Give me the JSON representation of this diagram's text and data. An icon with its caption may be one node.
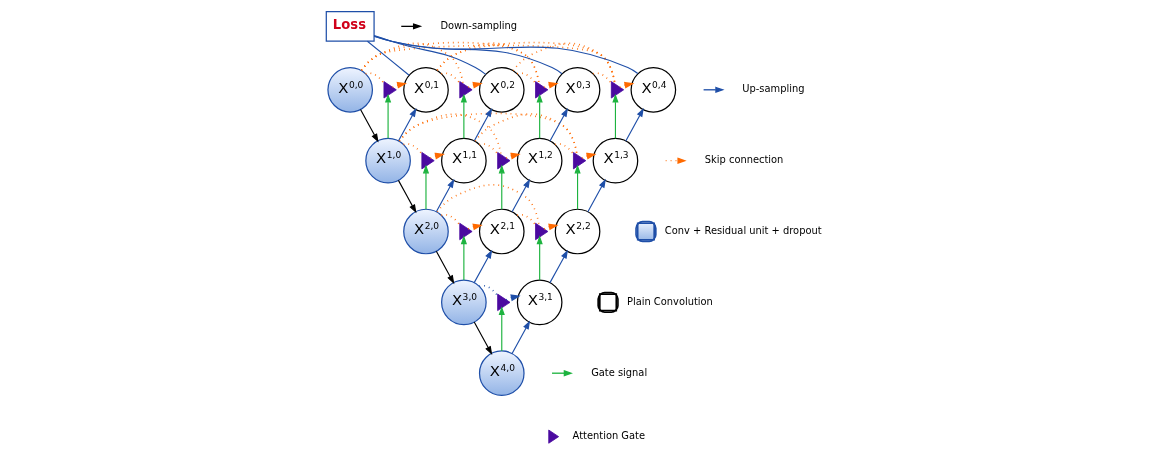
{
  "diagram": {
    "nodes": [
      {
        "text": [
          "Loss"
        ]
      },
      {
        "text": [
          "X$^{0,0}$"
        ]
      },
      {
        "text": [],
        "shape": "triangle"
      },
      {
        "text": [
          "X$^{0,1}$"
        ]
      },
      {
        "text": [],
        "shape": "triangle"
      },
      {
        "text": [
          "X$^{0,2}$"
        ]
      },
      {
        "text": [],
        "shape": "triangle"
      },
      {
        "text": [
          "X$^{0,3}$"
        ]
      },
      {
        "text": [],
        "shape": "triangle"
      },
      {
        "text": [
          "X$^{0,4}$"
        ]
      },
      {
        "text": [
          "X$^{1,0}$"
        ]
      },
      {
        "text": [],
        "shape": "triangle"
      },
      {
        "text": [
          "X$^{1,1}$"
        ]
      },
      {
        "text": [],
        "shape": "triangle"
      },
      {
        "text": [
          "X$^{1,2}$"
        ]
      },
      {
        "text": [],
        "shape": "triangle"
      },
      {
        "text": [
          "X$^{1,3}$"
        ]
      },
      {
        "text": [
          "X$^{2,0}$"
        ]
      },
      {
        "text": [],
        "shape": "triangle"
      },
      {
        "text": [
          "X$^{2,1}$"
        ]
      },
      {
        "text": [],
        "shape": "triangle"
      },
      {
        "text": [
          "X$^{2,2}$"
        ]
      },
      {
        "text": [
          "X$^{3,0}$"
        ]
      },
      {
        "text": [],
        "shape": "triangle"
      },
      {
        "text": [
          "X$^{3,1}$"
        ]
      },
      {
        "text": [
          "X$^{4,0}$"
        ]
      }
    ],
    "edges": [
      {
        "from": 1,
        "to": 10,
        "arrow": "to",
        "color": "#000000"
      },
      {
        "from": 10,
        "to": 17,
        "arrow": "to",
        "color": "#000000"
      },
      {
        "from": 17,
        "to": 22,
        "arrow": "to",
        "color": "#000000"
      },
      {
        "from": 22,
        "to": 25,
        "arrow": "to",
        "color": "#000000"
      },
      {
        "from": 10,
        "to": 3,
        "arrow": "to",
        "color": "#1f4fa8"
      },
      {
        "from": 12,
        "to": 5,
        "arrow": "to",
        "color": "#1f4fa8"
      },
      {
        "from": 14,
        "to": 7,
        "arrow": "to",
        "color": "#1f4fa8"
      },
      {
        "from": 16,
        "to": 9,
        "arrow": "to",
        "color": "#1f4fa8"
      },
      {
        "from": 17,
        "to": 12,
        "arrow": "to",
        "color": "#1f4fa8"
      },
      {
        "from": 19,
        "to": 14,
        "arrow": "to",
        "color": "#1f4fa8"
      },
      {
        "from": 21,
        "to": 16,
        "arrow": "to",
        "color": "#1f4fa8"
      },
      {
        "from": 22,
        "to": 19,
        "arrow": "to",
        "color": "#1f4fa8"
      },
      {
        "from": 24,
        "to": 21,
        "arrow": "to",
        "color": "#1f4fa8"
      },
      {
        "from": 25,
        "to": 24,
        "arrow": "to",
        "color": "#1f4fa8"
      },
      {
        "from": 10,
        "to": 2,
        "arrow": "to",
        "color": "#1db33f"
      },
      {
        "from": 12,
        "to": 4,
        "arrow": "to",
        "color": "#1db33f"
      },
      {
        "from": 14,
        "to": 6,
        "arrow": "to",
        "color": "#1db33f"
      },
      {
        "from": 16,
        "to": 8,
        "arrow": "to",
        "color": "#1db33f"
      },
      {
        "from": 17,
        "to": 11,
        "arrow": "to",
        "color": "#1db33f"
      },
      {
        "from": 19,
        "to": 13,
        "arrow": "to",
        "color": "#1db33f"
      },
      {
        "from": 21,
        "to": 15,
        "arrow": "to",
        "color": "#1db33f"
      },
      {
        "from": 22,
        "to": 18,
        "arrow": "to",
        "color": "#1db33f"
      },
      {
        "from": 24,
        "to": 20,
        "arrow": "to",
        "color": "#1db33f"
      },
      {
        "from": 25,
        "to": 23,
        "arrow": "to",
        "color": "#1db33f"
      },
      {
        "from": 1,
        "to": 2,
        "arrow": "none",
        "style": "dashed"
      },
      {
        "from": 1,
        "to": 4,
        "arrow": "none",
        "style": "dashed"
      },
      {
        "from": 3,
        "to": 4,
        "arrow": "none",
        "style": "dashed"
      },
      {
        "from": 1,
        "to": 6,
        "arrow": "none",
        "style": "dashed"
      },
      {
        "from": 3,
        "to": 6,
        "arrow": "none",
        "style": "dashed"
      },
      {
        "from": 5,
        "to": 6,
        "arrow": "none",
        "style": "dashed"
      },
      {
        "from": 1,
        "to": 8,
        "arrow": "none",
        "style": "dashed"
      },
      {
        "from": 3,
        "to": 8,
        "arrow": "none",
        "style": "dashed"
      },
      {
        "from": 5,
        "to": 8,
        "arrow": "none",
        "style": "dashed"
      },
      {
        "from": 7,
        "to": 8,
        "arrow": "none",
        "style": "dashed"
      },
      {
        "from": 10,
        "to": 11,
        "arrow": "none",
        "style": "dashed"
      },
      {
        "from": 10,
        "to": 13,
        "arrow": "none",
        "style": "dashed"
      },
      {
        "from": 12,
        "to": 13,
        "arrow": "none",
        "style": "dashed"
      },
      {
        "from": 10,
        "to": 15,
        "arrow": "none",
        "style": "dashed"
      },
      {
        "from": 12,
        "to": 15,
        "arrow": "none",
        "style": "dashed"
      },
      {
        "from": 14,
        "to": 15,
        "arrow": "none",
        "style": "dashed"
      },
      {
        "from": 17,
        "to": 18,
        "arrow": "none",
        "style": "dashed"
      },
      {
        "from": 17,
        "to": 20,
        "arrow": "none",
        "style": "dashed"
      },
      {
        "from": 19,
        "to": 20,
        "arrow": "none",
        "style": "dashed"
      },
      {
        "from": 22,
        "to": 23,
        "arrow": "none",
        "style": "dashed",
        "color": "#1f4fa8"
      },
      {
        "from": 2,
        "to": 3,
        "arrow": "to",
        "style": "dashed"
      },
      {
        "from": 4,
        "to": 5,
        "arrow": "to",
        "style": "dashed"
      },
      {
        "from": 6,
        "to": 7,
        "arrow": "to",
        "style": "dashed"
      },
      {
        "from": 8,
        "to": 9,
        "arrow": "to",
        "style": "dashed"
      },
      {
        "from": 11,
        "to": 12,
        "arrow": "to",
        "style": "dashed"
      },
      {
        "from": 13,
        "to": 14,
        "arrow": "to",
        "style": "dashed"
      },
      {
        "from": 15,
        "to": 16,
        "arrow": "to",
        "style": "dashed"
      },
      {
        "from": 18,
        "to": 19,
        "arrow": "to",
        "style": "dashed"
      },
      {
        "from": 20,
        "to": 21,
        "arrow": "to",
        "style": "dashed"
      },
      {
        "from": 23,
        "to": 24,
        "arrow": "to",
        "style": "dashed",
        "color": "#1f4fa8"
      },
      {
        "from": 3,
        "to": 0,
        "arrow": "none",
        "color": "#1f4fa8"
      },
      {
        "from": 5,
        "to": 0,
        "arrow": "none",
        "color": "#1f4fa8"
      },
      {
        "from": 7,
        "to": 0,
        "arrow": "none",
        "color": "#1f4fa8"
      },
      {
        "from": 9,
        "to": 0,
        "arrow": "none",
        "color": "#1f4fa8"
      }
    ],
    "legend": [
      {
        "text": "Down-sampling"
      },
      {
        "text": "Up-sampling"
      },
      {
        "text": "Skip connection"
      },
      {
        "text": "Conv + Residual unit + dropout"
      },
      {
        "text": "Plain Convolution"
      },
      {
        "text": "Gate signal"
      },
      {
        "text": "Attention Gate"
      }
    ]
  }
}
